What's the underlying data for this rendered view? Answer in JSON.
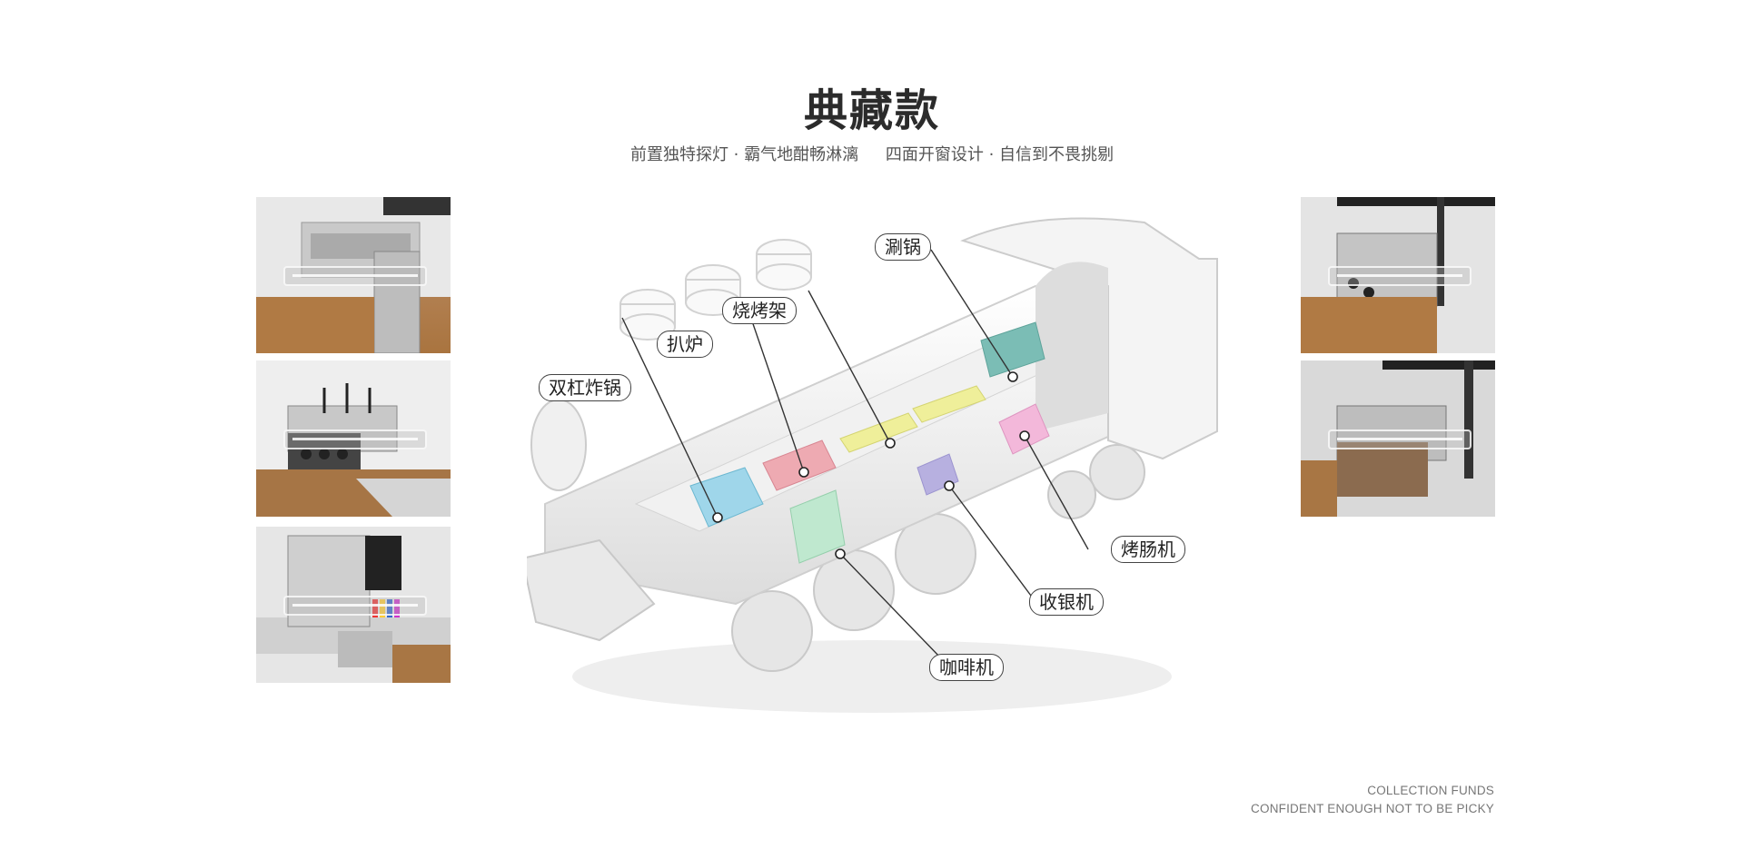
{
  "header": {
    "title": "典藏款",
    "subtitle_left": "前置独特探灯 · 霸气地酣畅淋漓",
    "subtitle_right": "四面开窗设计 · 自信到不畏挑剔"
  },
  "equipment_labels": {
    "shabu_pot": "涮锅",
    "bbq_rack": "烧烤架",
    "griddle": "扒炉",
    "double_fryer": "双杠炸锅",
    "sausage_roaster": "烤肠机",
    "cash_register": "收银机",
    "coffee_machine": "咖啡机"
  },
  "footer": {
    "line1": "COLLECTION FUNDS",
    "line2": "CONFIDENT ENOUGH NOT TO BE PICKY"
  },
  "colors": {
    "fryer": "#9fd6ea",
    "griddle": "#eeaab2",
    "bbq": "#efef9a",
    "shabu": "#7bbdb5",
    "sausage": "#f3b8da",
    "register": "#b7b0e0",
    "coffee": "#bfe8cf"
  }
}
